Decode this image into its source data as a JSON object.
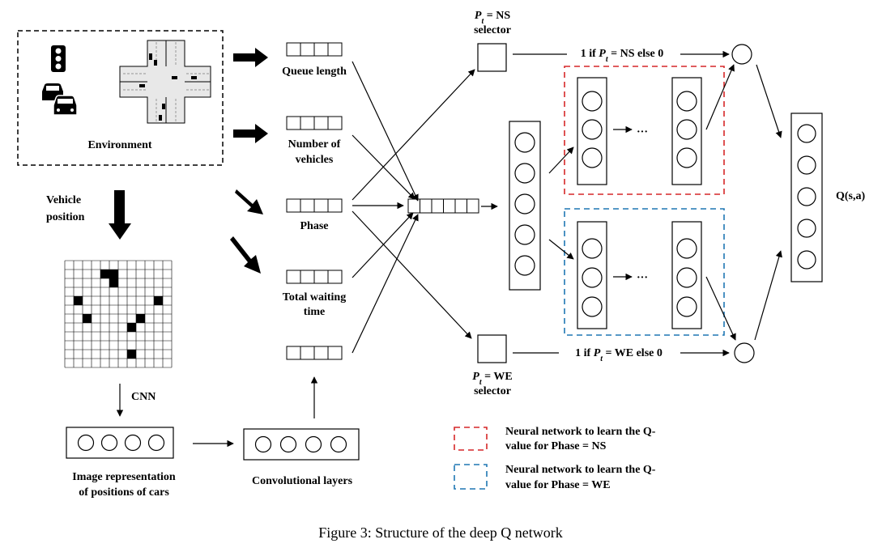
{
  "environment": {
    "label": "Environment"
  },
  "vehicle_position": {
    "line1": "Vehicle",
    "line2": "position"
  },
  "features": {
    "queue_length": "Queue length",
    "num_vehicles_1": "Number of",
    "num_vehicles_2": "vehicles",
    "phase": "Phase",
    "waiting_1": "Total waiting",
    "waiting_2": "time"
  },
  "cnn_label": "CNN",
  "image_repr": {
    "line1": "Image representation",
    "line2": "of positions of cars"
  },
  "conv_layers": "Convolutional layers",
  "ns_selector": {
    "var": "P",
    "sub": "t",
    "rest": " = NS",
    "line2": "selector"
  },
  "we_selector": {
    "var": "P",
    "sub": "t",
    "rest": " = WE",
    "line2": "selector"
  },
  "ns_condition": {
    "pre": "1 if ",
    "var": "P",
    "sub": "t",
    "post": " = NS else 0"
  },
  "we_condition": {
    "pre": "1 if ",
    "var": "P",
    "sub": "t",
    "post": " = WE else 0"
  },
  "ellipsis": "···",
  "q_label": "Q(s,a)",
  "legend": {
    "ns_line1": "Neural network to learn the Q-",
    "ns_line2": "value for Phase = NS",
    "we_line1": "Neural network to learn the Q-",
    "we_line2": "value for Phase = WE",
    "ns_color": "#d62728",
    "we_color": "#1f77b4"
  },
  "caption": "Figure 3: Structure of the deep Q network"
}
